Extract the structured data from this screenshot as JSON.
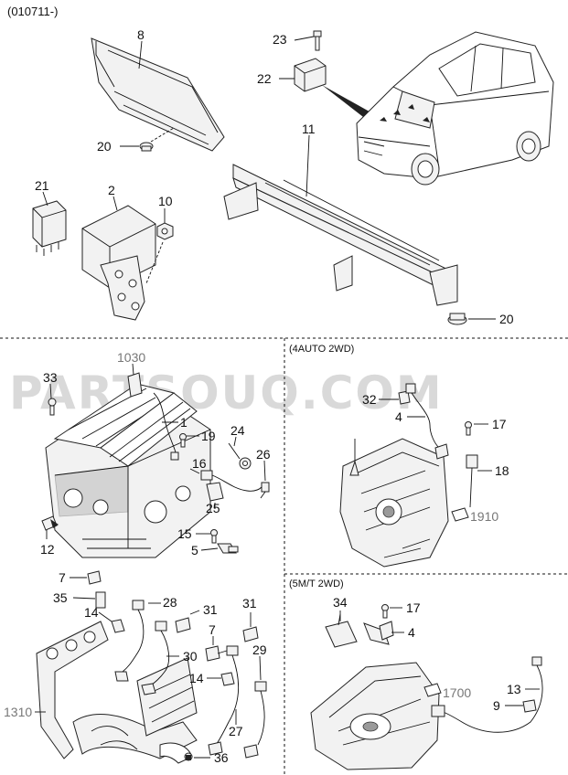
{
  "header": {
    "code": "(010711-)"
  },
  "watermark": {
    "text": "PARTSOUQ.COM",
    "color": "#d9d9d9"
  },
  "sections": {
    "auto": "(4AUTO 2WD)",
    "manual": "(5M/T 2WD)"
  },
  "callouts": {
    "c8": "8",
    "c23": "23",
    "c22": "22",
    "c11": "11",
    "c20a": "20",
    "c21": "21",
    "c2": "2",
    "c10": "10",
    "c20b": "20",
    "c33": "33",
    "c1030": "1030",
    "c1": "1",
    "c19": "19",
    "c24": "24",
    "c26": "26",
    "c16": "16",
    "c25": "25",
    "c15": "15",
    "c5": "5",
    "c12": "12",
    "c7a": "7",
    "c35": "35",
    "c14a": "14",
    "c28": "28",
    "c31a": "31",
    "c31b": "31",
    "c7b": "7",
    "c30": "30",
    "c29": "29",
    "c14b": "14",
    "c27": "27",
    "c36": "36",
    "c1310": "1310",
    "c32": "32",
    "c4a": "4",
    "c17a": "17",
    "c18": "18",
    "c1910": "1910",
    "c34": "34",
    "c17b": "17",
    "c4b": "4",
    "c1700": "1700",
    "c13": "13",
    "c9": "9"
  },
  "icons": {
    "van": "vehicle-van-icon",
    "engine": "engine-block-icon",
    "transmission": "transmission-icon"
  }
}
